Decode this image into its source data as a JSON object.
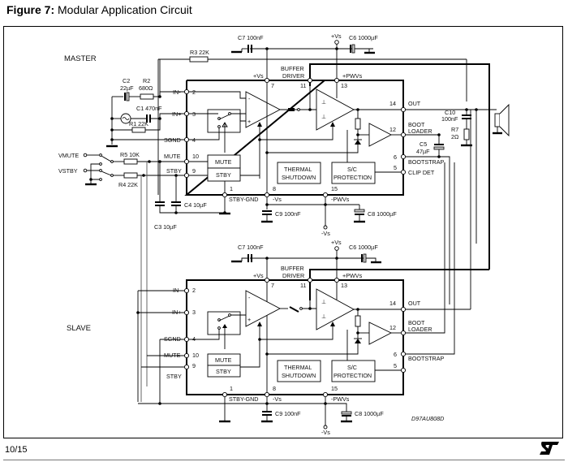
{
  "figure": {
    "label": "Figure 7:",
    "title": "Modular Application Circuit"
  },
  "sections": {
    "master": "MASTER",
    "slave": "SLAVE"
  },
  "components": {
    "r3": "R3 22K",
    "r2_name": "R2",
    "r2_value": "680Ω",
    "c2_name": "C2",
    "c2_value": "22µF",
    "c1": "C1 470nF",
    "r1": "R1 22K",
    "r5": "R5 10K",
    "r4": "R4 22K",
    "c3": "C3 10µF",
    "c4": "C4 10µF",
    "c7": "C7 100nF",
    "c6": "C6 1000µF",
    "c9": "C9 100nF",
    "c8": "C8 1000µF",
    "c10_name": "C10",
    "c10_value": "100nF",
    "r7_name": "R7",
    "r7_value": "2Ω",
    "c5_name": "C5",
    "c5_value": "47µF"
  },
  "inputs": {
    "vmute": "VMUTE",
    "vstby": "VSTBY"
  },
  "pins": {
    "in_minus": "IN-",
    "in_plus": "IN+",
    "sgnd": "SGND",
    "mute": "MUTE",
    "stby": "STBY",
    "stby_gnd": "STBY-GND",
    "minus_vs": "-Vs",
    "minus_pwvs": "-PWVs",
    "plus_vs": "+Vs",
    "plus_pwvs": "+PWVs",
    "out": "OUT",
    "boot": "BOOT",
    "loader": "LOADER",
    "bootstrap": "BOOTSTRAP",
    "clip_det": "CLIP DET",
    "buffer": "BUFFER",
    "driver": "DRIVER",
    "n2": "2",
    "n3": "3",
    "n4": "4",
    "n10": "10",
    "n9": "9",
    "n1": "1",
    "n7": "7",
    "n11": "11",
    "n13": "13",
    "n14": "14",
    "n12": "12",
    "n6": "6",
    "n5": "5",
    "n8": "8",
    "n15": "15"
  },
  "blocks": {
    "mute": "MUTE",
    "stby": "STBY",
    "thermal_1": "THERMAL",
    "thermal_2": "SHUTDOWN",
    "sc_1": "S/C",
    "sc_2": "PROTECTION"
  },
  "rails": {
    "plus_vs": "+Vs",
    "minus_vs": "-Vs"
  },
  "drawing_code": "D97AU808D",
  "footer": {
    "page": "10/15",
    "logo": "ST"
  }
}
